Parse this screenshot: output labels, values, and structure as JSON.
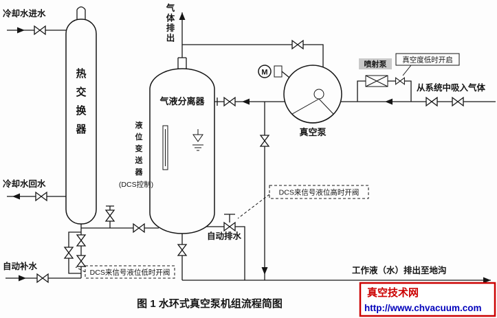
{
  "diagram": {
    "title": "图 1  水环式真空泵机组流程简图",
    "labels": {
      "cooling_in": "冷却水进水",
      "cooling_out": "冷却水回水",
      "auto_makeup": "自动补水",
      "heat_exchanger": "热交换器",
      "separator": "气液分离器",
      "level_transmitter": "液位变送器",
      "dcs_control": "(DCS控制)",
      "gas_out": "气体排出",
      "vacuum_pump": "真空泵",
      "motor": "M",
      "ejector": "喷射泵",
      "vacuum_low_open": "真空度低时开启",
      "suction": "从系统中吸入气体",
      "dcs_high": "DCS来信号液位高时开阀",
      "auto_drain": "自动排水",
      "dcs_low": "DCS来信号液位低时开阀",
      "working_liquid_out": "工作液（水）排出至地沟"
    },
    "colors": {
      "line": "#151515",
      "accent_red": "#cc0000",
      "url_blue": "#0000bb",
      "highlight_grey": "#c9c9c9"
    }
  },
  "watermark": {
    "site_name": "真空技术网",
    "url": "http://www.chvacuum.com"
  }
}
